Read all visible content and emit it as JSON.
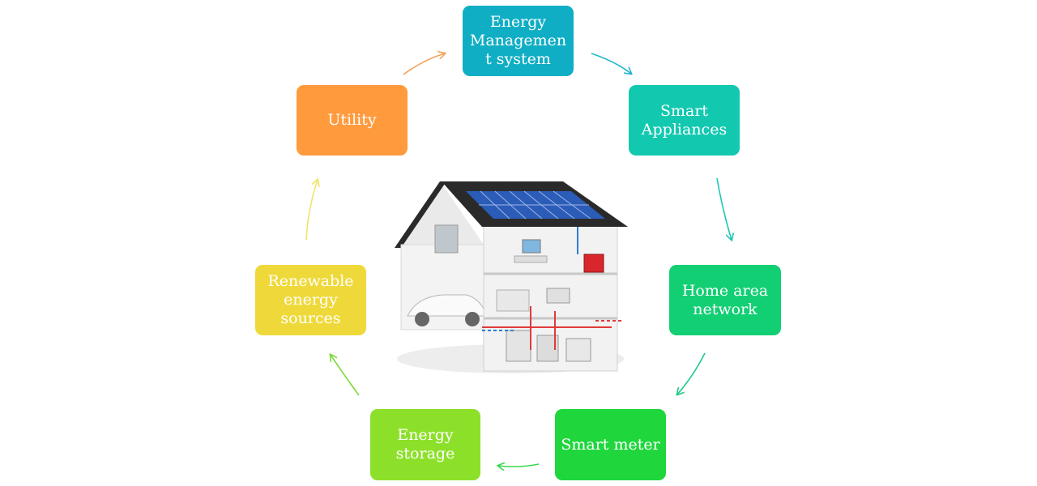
{
  "nodes": [
    {
      "id": "ems",
      "label": "Energy\nManagemen\nt system",
      "color": "#0FAEC4"
    },
    {
      "id": "appliances",
      "label": "Smart\nAppliances",
      "color": "#12C9B0"
    },
    {
      "id": "han",
      "label": "Home area\nnetwork",
      "color": "#12CF73"
    },
    {
      "id": "meter",
      "label": "Smart meter",
      "color": "#1FD63C"
    },
    {
      "id": "storage",
      "label": "Energy\nstorage",
      "color": "#8DE02A"
    },
    {
      "id": "renewable",
      "label": "Renewable\nenergy\nsources",
      "color": "#EFD93A"
    },
    {
      "id": "utility",
      "label": "Utility",
      "color": "#FF9A3D"
    }
  ],
  "arrow_colors": [
    "#22B6CE",
    "#1CC7B4",
    "#1CCB86",
    "#3AD84C",
    "#7EDB3A",
    "#F0E46A",
    "#F2A45A"
  ],
  "illustration": {
    "name": "smart-home-illustration",
    "solar_panel_color": "#2B5CB8",
    "roof_color": "#2A2A2A",
    "wall_color": "#F2F2F2"
  }
}
